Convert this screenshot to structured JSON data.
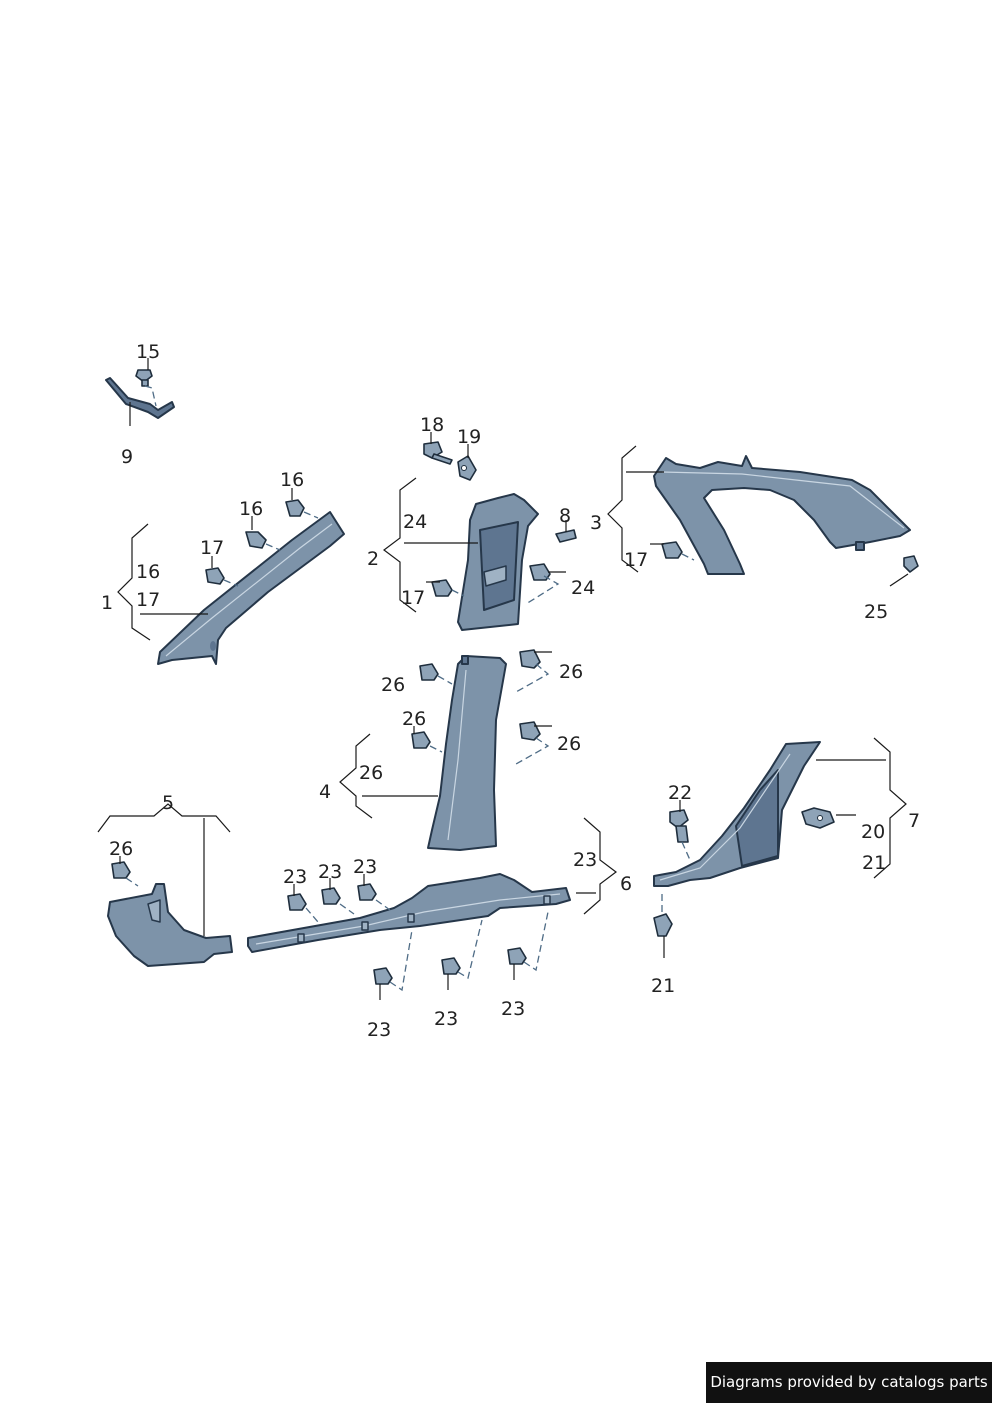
{
  "callouts": {
    "n1": "1",
    "n2": "2",
    "n3": "3",
    "n4": "4",
    "n5": "5",
    "n6": "6",
    "n7": "7",
    "n8": "8",
    "n9": "9",
    "n15": "15",
    "n16a": "16",
    "n16b": "16",
    "n16c": "16",
    "n17a": "17",
    "n17b": "17",
    "n17c": "17",
    "n17d": "17",
    "n18": "18",
    "n19": "19",
    "n20": "20",
    "n21a": "21",
    "n21b": "21",
    "n22": "22",
    "n23a": "23",
    "n23b": "23",
    "n23c": "23",
    "n23d": "23",
    "n23e": "23",
    "n23f": "23",
    "n23g": "23",
    "n24a": "24",
    "n24b": "24",
    "n25": "25",
    "n26a": "26",
    "n26b": "26",
    "n26c": "26",
    "n26d": "26",
    "n26e": "26",
    "n26f": "26"
  },
  "footer": {
    "credit": "Diagrams provided by catalogs parts"
  },
  "colors": {
    "part_fill": "#7d93a9",
    "part_stroke": "#26374a",
    "leader_dash": "#4f6c86",
    "banner_bg": "#111111"
  }
}
